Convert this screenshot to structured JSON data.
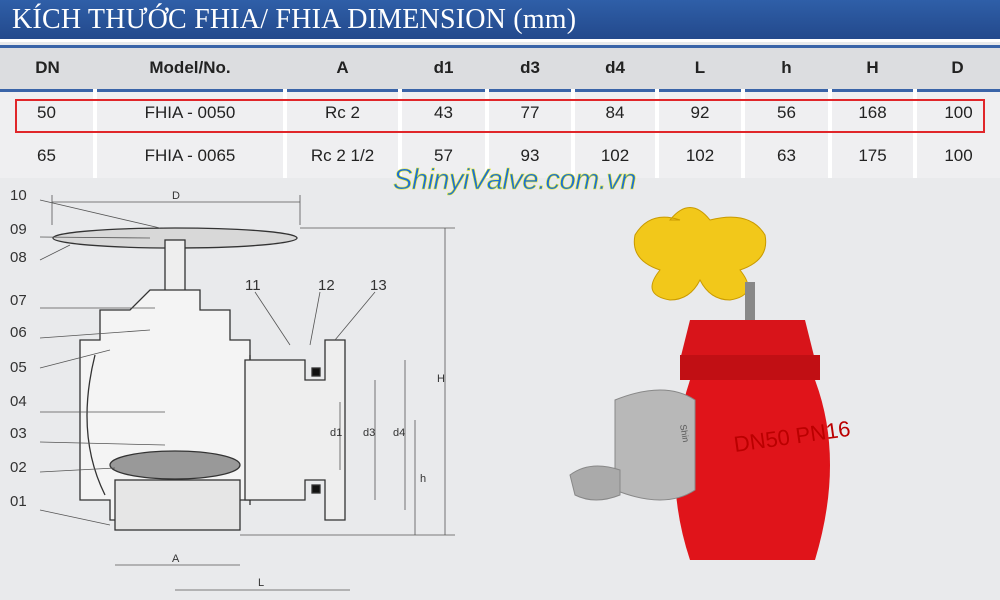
{
  "title": "KÍCH THƯỚC FHIA/ FHIA DIMENSION (mm)",
  "table": {
    "headers": [
      "DN",
      "Model/No.",
      "A",
      "d1",
      "d3",
      "d4",
      "L",
      "h",
      "H",
      "D"
    ],
    "rows": [
      [
        "50",
        "FHIA - 0050",
        "Rc 2",
        "43",
        "77",
        "84",
        "92",
        "56",
        "168",
        "100"
      ],
      [
        "65",
        "FHIA - 0065",
        "Rc 2 1/2",
        "57",
        "93",
        "102",
        "102",
        "63",
        "175",
        "100"
      ]
    ],
    "highlighted_row": 0,
    "highlight_color": "#e0262a"
  },
  "watermark": "ShinyiValve.com.vn",
  "diagram": {
    "part_labels": [
      "10",
      "09",
      "08",
      "07",
      "06",
      "05",
      "04",
      "03",
      "02",
      "01",
      "11",
      "12",
      "13"
    ],
    "dimension_labels": {
      "D": "D",
      "A": "A",
      "L": "L",
      "H": "H",
      "h": "h",
      "d1": "d1",
      "d3": "d3",
      "d4": "d4"
    }
  },
  "photo": {
    "body_marking": "DN50 PN16",
    "coupling_marking": "Shin",
    "body_color": "#e0141a",
    "handwheel_color": "#f2c81a"
  }
}
